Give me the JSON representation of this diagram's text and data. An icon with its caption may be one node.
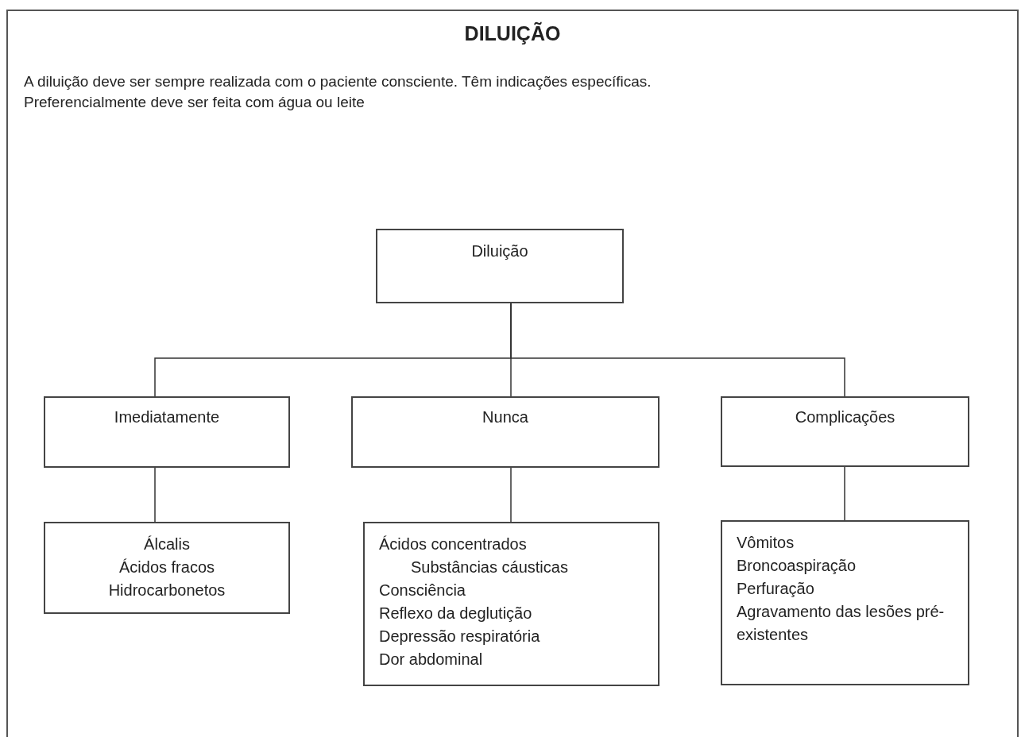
{
  "diagram": {
    "title": "DILUIÇÃO",
    "nodes": [
      {
        "text": [
          "Diluição"
        ]
      },
      {
        "text": [
          "Imediatamente"
        ]
      },
      {
        "text": [
          "Nunca"
        ]
      },
      {
        "text": [
          "Complicações"
        ]
      },
      {
        "text": [
          "Álcalis",
          "Ácidos fracos",
          "Hidrocarbonetos"
        ]
      },
      {
        "text": [
          "Ácidos concentrados",
          "Substâncias cáusticas",
          "Consciência",
          "Reflexo da deglutição",
          "Depressão respiratória",
          "Dor abdominal"
        ]
      },
      {
        "text": [
          "Vômitos",
          "Broncoaspiração",
          "Perfuração",
          "Agravamento das lesões pré-existentes"
        ]
      }
    ],
    "edges": [
      {
        "from": 0,
        "to": 1,
        "arrow": "none"
      },
      {
        "from": 0,
        "to": 2,
        "arrow": "none"
      },
      {
        "from": 0,
        "to": 3,
        "arrow": "none"
      },
      {
        "from": 1,
        "to": 4,
        "arrow": "none"
      },
      {
        "from": 2,
        "to": 5,
        "arrow": "none"
      },
      {
        "from": 3,
        "to": 6,
        "arrow": "none"
      }
    ],
    "labels": [
      "A diluição deve ser sempre realizada com o paciente consciente. Têm indicações específicas.",
      "Preferencialmente deve ser feita com água ou leite"
    ]
  }
}
